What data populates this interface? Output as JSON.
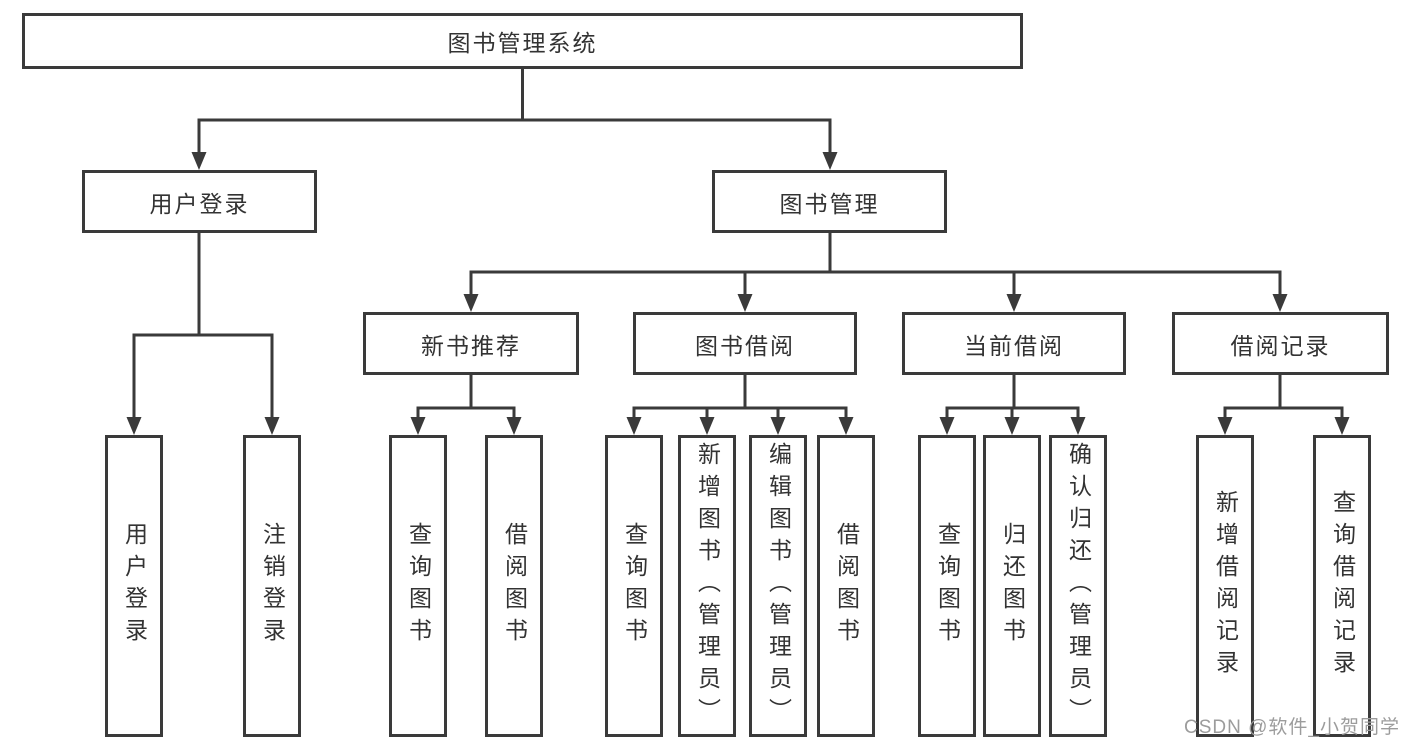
{
  "page": {
    "background": "#ffffff"
  },
  "colors": {
    "line": "#3a3a3a",
    "border": "#3a3a3a",
    "text": "#333333",
    "watermark": "#9c9c9c"
  },
  "watermark": {
    "text": "CSDN @软件_小贺同学"
  },
  "tree": {
    "label": "图书管理系统",
    "children": [
      {
        "label": "用户登录",
        "children": [
          {
            "label": "用户登录"
          },
          {
            "label": "注销登录"
          }
        ]
      },
      {
        "label": "图书管理",
        "children": [
          {
            "label": "新书推荐",
            "children": [
              {
                "label": "查询图书"
              },
              {
                "label": "借阅图书"
              }
            ]
          },
          {
            "label": "图书借阅",
            "children": [
              {
                "label": "查询图书"
              },
              {
                "label": "新增图书（管理员）"
              },
              {
                "label": "编辑图书（管理员）"
              },
              {
                "label": "借阅图书"
              }
            ]
          },
          {
            "label": "当前借阅",
            "children": [
              {
                "label": "查询图书"
              },
              {
                "label": "归还图书"
              },
              {
                "label": "确认归还（管理员）"
              }
            ]
          },
          {
            "label": "借阅记录",
            "children": [
              {
                "label": "新增借阅记录"
              },
              {
                "label": "查询借阅记录"
              }
            ]
          }
        ]
      }
    ]
  }
}
